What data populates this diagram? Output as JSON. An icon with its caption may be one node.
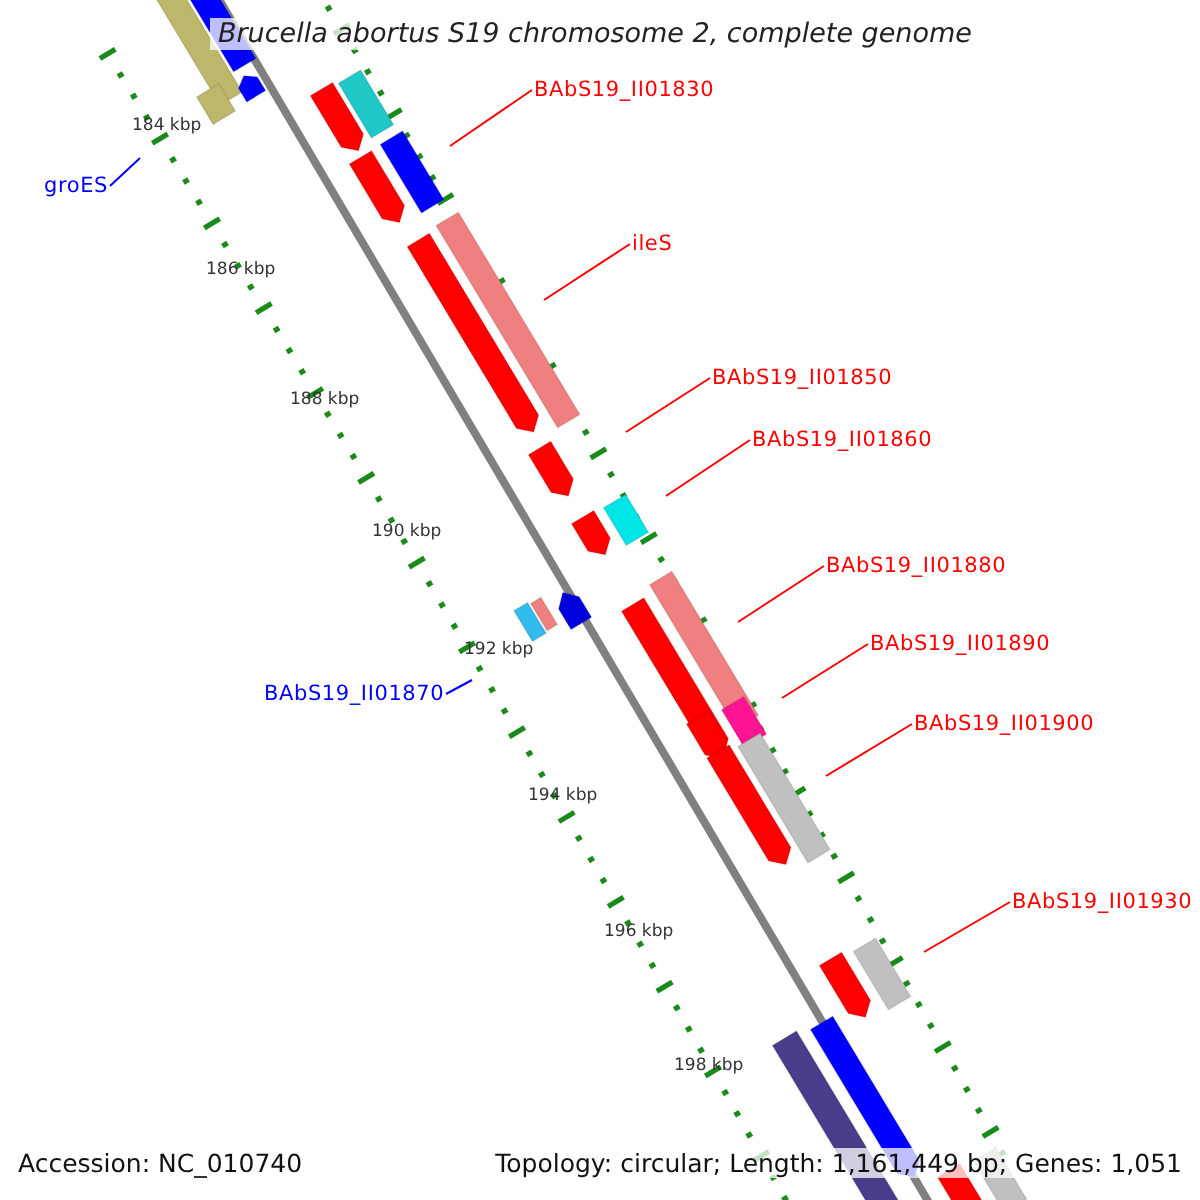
{
  "diagram": {
    "title": "Brucella abortus S19 chromosome 2, complete genome",
    "nodes": [
      {
        "text": [
          "BAbS19_II01830"
        ]
      },
      {
        "text": [
          "ileS"
        ]
      },
      {
        "text": [
          "BAbS19_II01850"
        ]
      },
      {
        "text": [
          "BAbS19_II01860"
        ]
      },
      {
        "text": [
          "BAbS19_II01880"
        ]
      },
      {
        "text": [
          "BAbS19_II01890"
        ]
      },
      {
        "text": [
          "BAbS19_II01900"
        ]
      },
      {
        "text": [
          "BAbS19_II01930"
        ]
      },
      {
        "text": [
          "groES"
        ]
      },
      {
        "text": [
          "BAbS19_II01870"
        ]
      }
    ],
    "edges": [
      {
        "from": 0,
        "to": null,
        "arrow": "none"
      },
      {
        "from": 1,
        "to": null,
        "arrow": "none"
      },
      {
        "from": 2,
        "to": null,
        "arrow": "none"
      },
      {
        "from": 3,
        "to": null,
        "arrow": "none"
      },
      {
        "from": 4,
        "to": null,
        "arrow": "none"
      },
      {
        "from": 5,
        "to": null,
        "arrow": "none"
      },
      {
        "from": 6,
        "to": null,
        "arrow": "none"
      },
      {
        "from": 7,
        "to": null,
        "arrow": "none"
      },
      {
        "from": 8,
        "to": null,
        "arrow": "none",
        "color": "#0000ff"
      },
      {
        "from": 9,
        "to": null,
        "arrow": "none",
        "color": "#0000ff"
      }
    ],
    "labels": [
      "184 kbp",
      "186 kbp",
      "188 kbp",
      "190 kbp",
      "192 kbp",
      "194 kbp",
      "196 kbp",
      "198 kbp",
      "Accession: NC_010740",
      "Topology: circular; Length: 1,161,449 bp; Genes: 1,051"
    ]
  }
}
